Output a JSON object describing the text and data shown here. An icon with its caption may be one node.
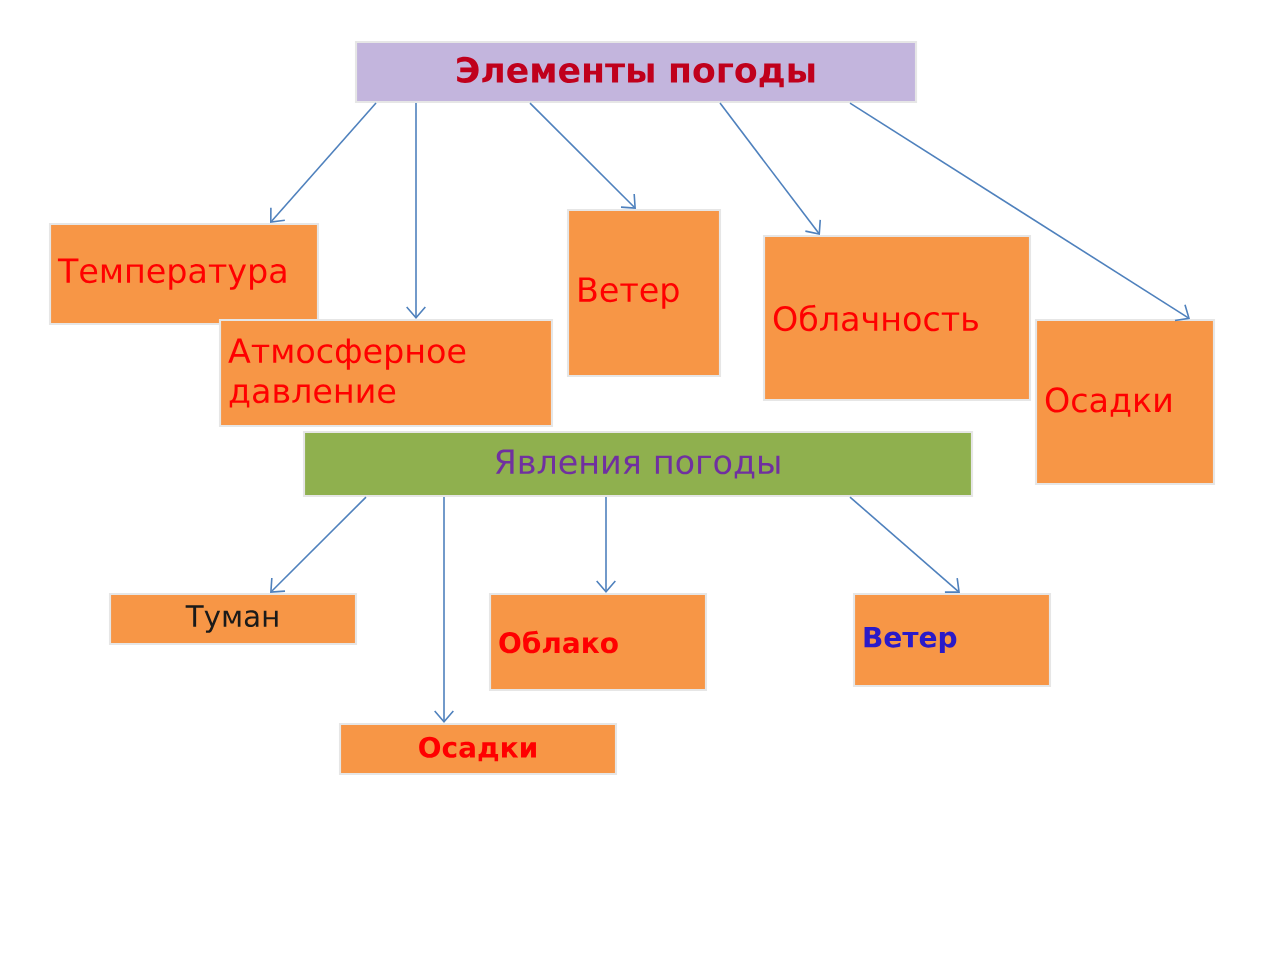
{
  "diagram": {
    "nodes": [
      {
        "text": [
          "Элементы погоды"
        ]
      },
      {
        "text": [
          "Температура"
        ]
      },
      {
        "text": [
          "Атмосферное давление"
        ]
      },
      {
        "text": [
          "Ветер"
        ]
      },
      {
        "text": [
          "Облачность"
        ]
      },
      {
        "text": [
          "Осадки"
        ]
      },
      {
        "text": [
          "Явления погоды"
        ]
      },
      {
        "text": [
          "Туман"
        ]
      },
      {
        "text": [
          "Облако"
        ]
      },
      {
        "text": [
          "Ветер"
        ]
      },
      {
        "text": [
          "Осадки"
        ]
      }
    ],
    "edges": [
      {
        "from": 0,
        "to": 1,
        "arrow": "to"
      },
      {
        "from": 0,
        "to": 2,
        "arrow": "to"
      },
      {
        "from": 0,
        "to": 3,
        "arrow": "to"
      },
      {
        "from": 0,
        "to": 4,
        "arrow": "to"
      },
      {
        "from": 0,
        "to": 5,
        "arrow": "to"
      },
      {
        "from": 6,
        "to": 7,
        "arrow": "to"
      },
      {
        "from": 6,
        "to": 10,
        "arrow": "to"
      },
      {
        "from": 6,
        "to": 8,
        "arrow": "to"
      },
      {
        "from": 6,
        "to": 9,
        "arrow": "to"
      }
    ]
  }
}
